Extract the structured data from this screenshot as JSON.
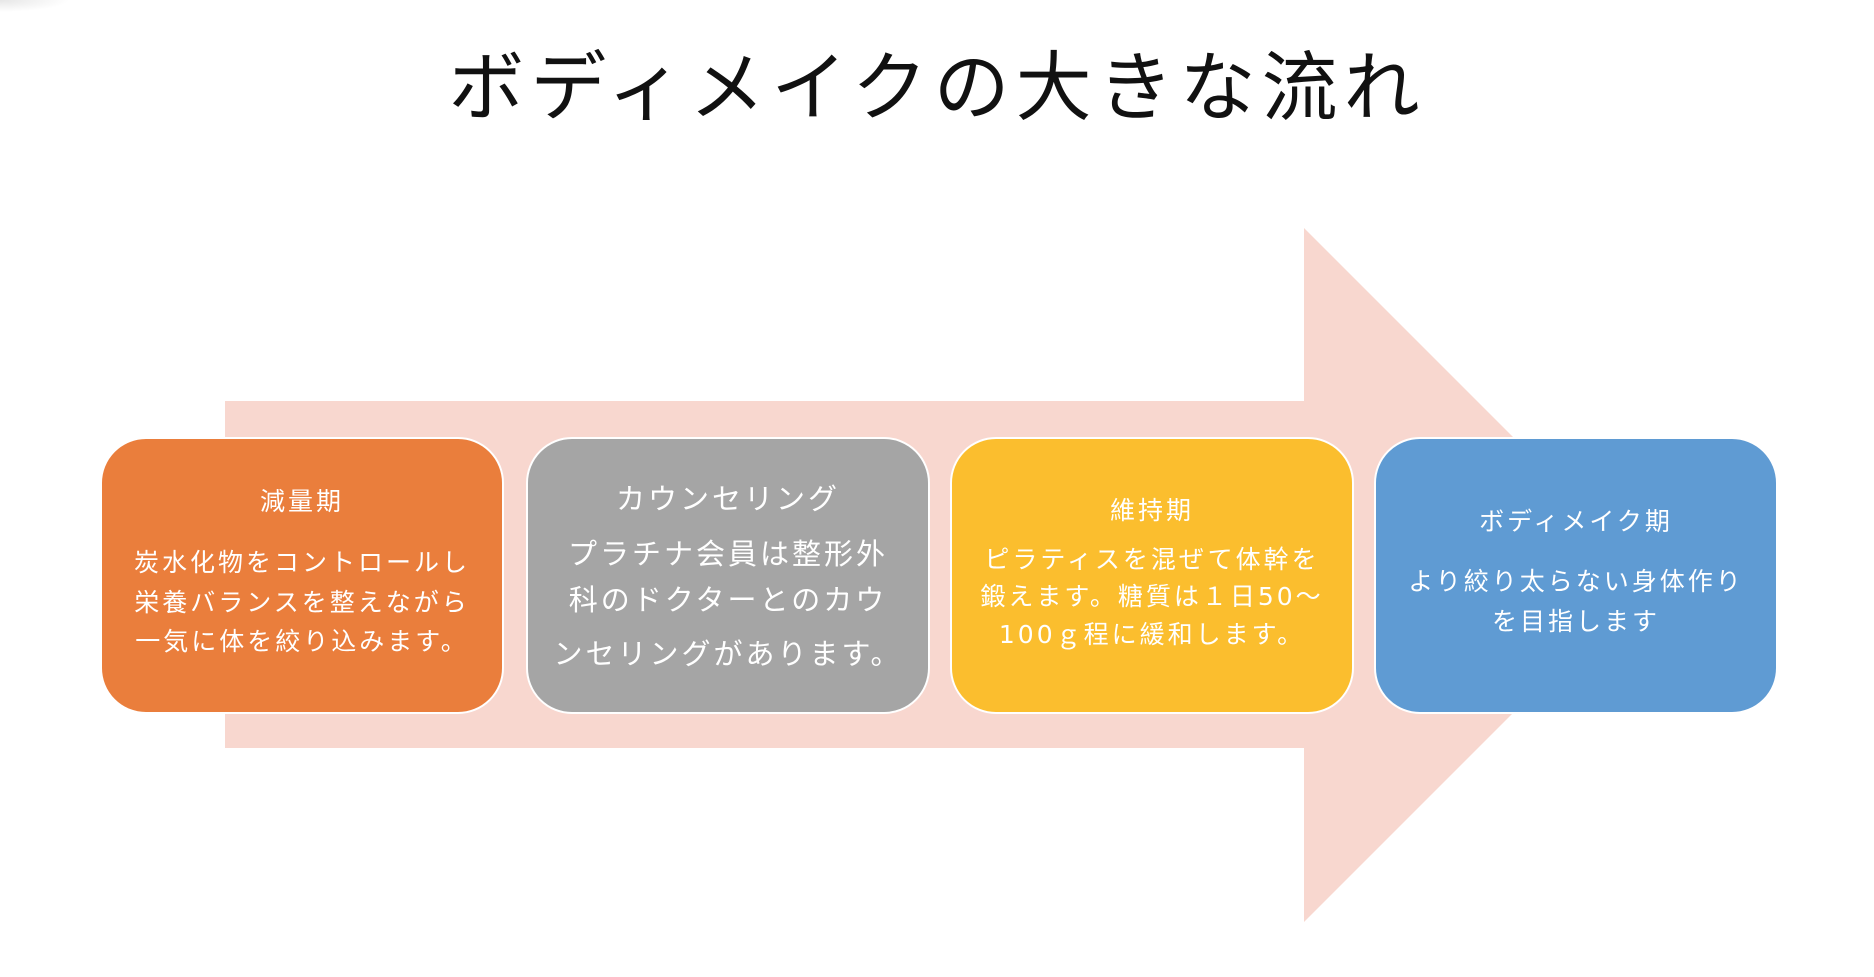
{
  "title": "ボディメイクの大きな流れ",
  "colors": {
    "arrow": "#F8D7CF",
    "text": "#FFFFFF"
  },
  "steps": [
    {
      "heading": "減量期",
      "lines": [
        "炭水化物をコントロールし",
        "栄養バランスを整えながら",
        "一気に体を絞り込みます。"
      ],
      "color": "#EA7E3C"
    },
    {
      "heading": "カウンセリング",
      "lines": [
        "プラチナ会員は整形外",
        "科のドクターとのカウ",
        "ンセリングがあります。"
      ],
      "color": "#A5A5A5"
    },
    {
      "heading": "維持期",
      "lines": [
        "ピラティスを混ぜて体幹を",
        "鍛えます。糖質は１日50～",
        "100ｇ程に緩和します。"
      ],
      "color": "#FBBE2E"
    },
    {
      "heading": "ボディメイク期",
      "lines": [
        "より絞り太らない身体作り",
        "を目指します"
      ],
      "color": "#5F9BD3"
    }
  ]
}
